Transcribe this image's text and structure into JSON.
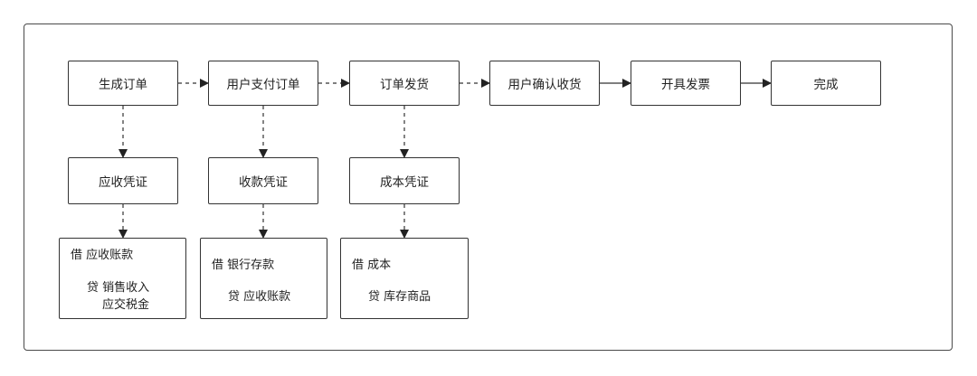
{
  "process": {
    "steps": [
      {
        "id": "s1",
        "label": "生成订单"
      },
      {
        "id": "s2",
        "label": "用户支付订单"
      },
      {
        "id": "s3",
        "label": "订单发货"
      },
      {
        "id": "s4",
        "label": "用户确认收货"
      },
      {
        "id": "s5",
        "label": "开具发票"
      },
      {
        "id": "s6",
        "label": "完成"
      }
    ]
  },
  "vouchers": [
    {
      "id": "v1",
      "label": "应收凭证"
    },
    {
      "id": "v2",
      "label": "收款凭证"
    },
    {
      "id": "v3",
      "label": "成本凭证"
    }
  ],
  "entries": [
    {
      "id": "e1",
      "debit": "借 应收账款",
      "credit": [
        "贷 销售收入",
        "应交税金"
      ]
    },
    {
      "id": "e2",
      "debit": "借 银行存款",
      "credit": [
        "贷 应收账款"
      ]
    },
    {
      "id": "e3",
      "debit": "借 成本",
      "credit": [
        "贷 库存商品"
      ]
    }
  ],
  "edges": [
    {
      "from": "s1",
      "to": "s2",
      "style": "dashed"
    },
    {
      "from": "s2",
      "to": "s3",
      "style": "dashed"
    },
    {
      "from": "s3",
      "to": "s4",
      "style": "dashed"
    },
    {
      "from": "s4",
      "to": "s5",
      "style": "solid"
    },
    {
      "from": "s5",
      "to": "s6",
      "style": "solid"
    },
    {
      "from": "s1",
      "to": "v1",
      "style": "dashed"
    },
    {
      "from": "s2",
      "to": "v2",
      "style": "dashed"
    },
    {
      "from": "s3",
      "to": "v3",
      "style": "dashed"
    },
    {
      "from": "v1",
      "to": "e1",
      "style": "dashed"
    },
    {
      "from": "v2",
      "to": "e2",
      "style": "dashed"
    },
    {
      "from": "v3",
      "to": "e3",
      "style": "dashed"
    }
  ]
}
